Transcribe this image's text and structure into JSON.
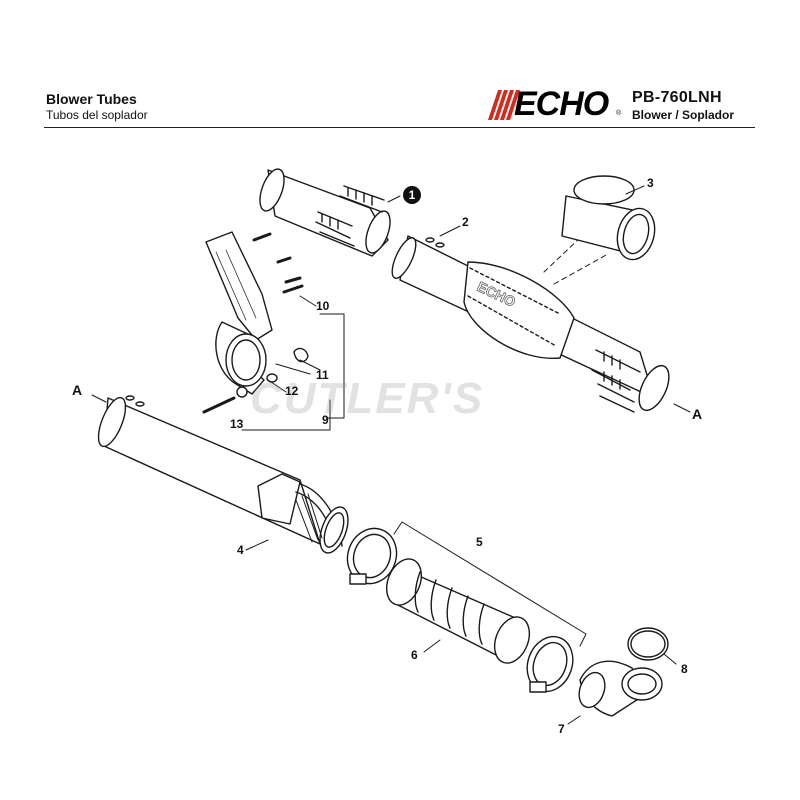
{
  "header": {
    "title_en": "Blower Tubes",
    "title_es": "Tubos del soplador",
    "brand": "ECHO",
    "model": "PB-760LNH",
    "model_sub": "Blower / Soplador"
  },
  "watermark": "CUTLER'S",
  "callouts": {
    "c1": "1",
    "c2": "2",
    "c3": "3",
    "c4": "4",
    "c5": "5",
    "c6": "6",
    "c7": "7",
    "c8": "8",
    "c9": "9",
    "c10": "10",
    "c11": "11",
    "c12": "12",
    "c13": "13"
  },
  "markers": {
    "a_left": "A",
    "a_right": "A"
  }
}
